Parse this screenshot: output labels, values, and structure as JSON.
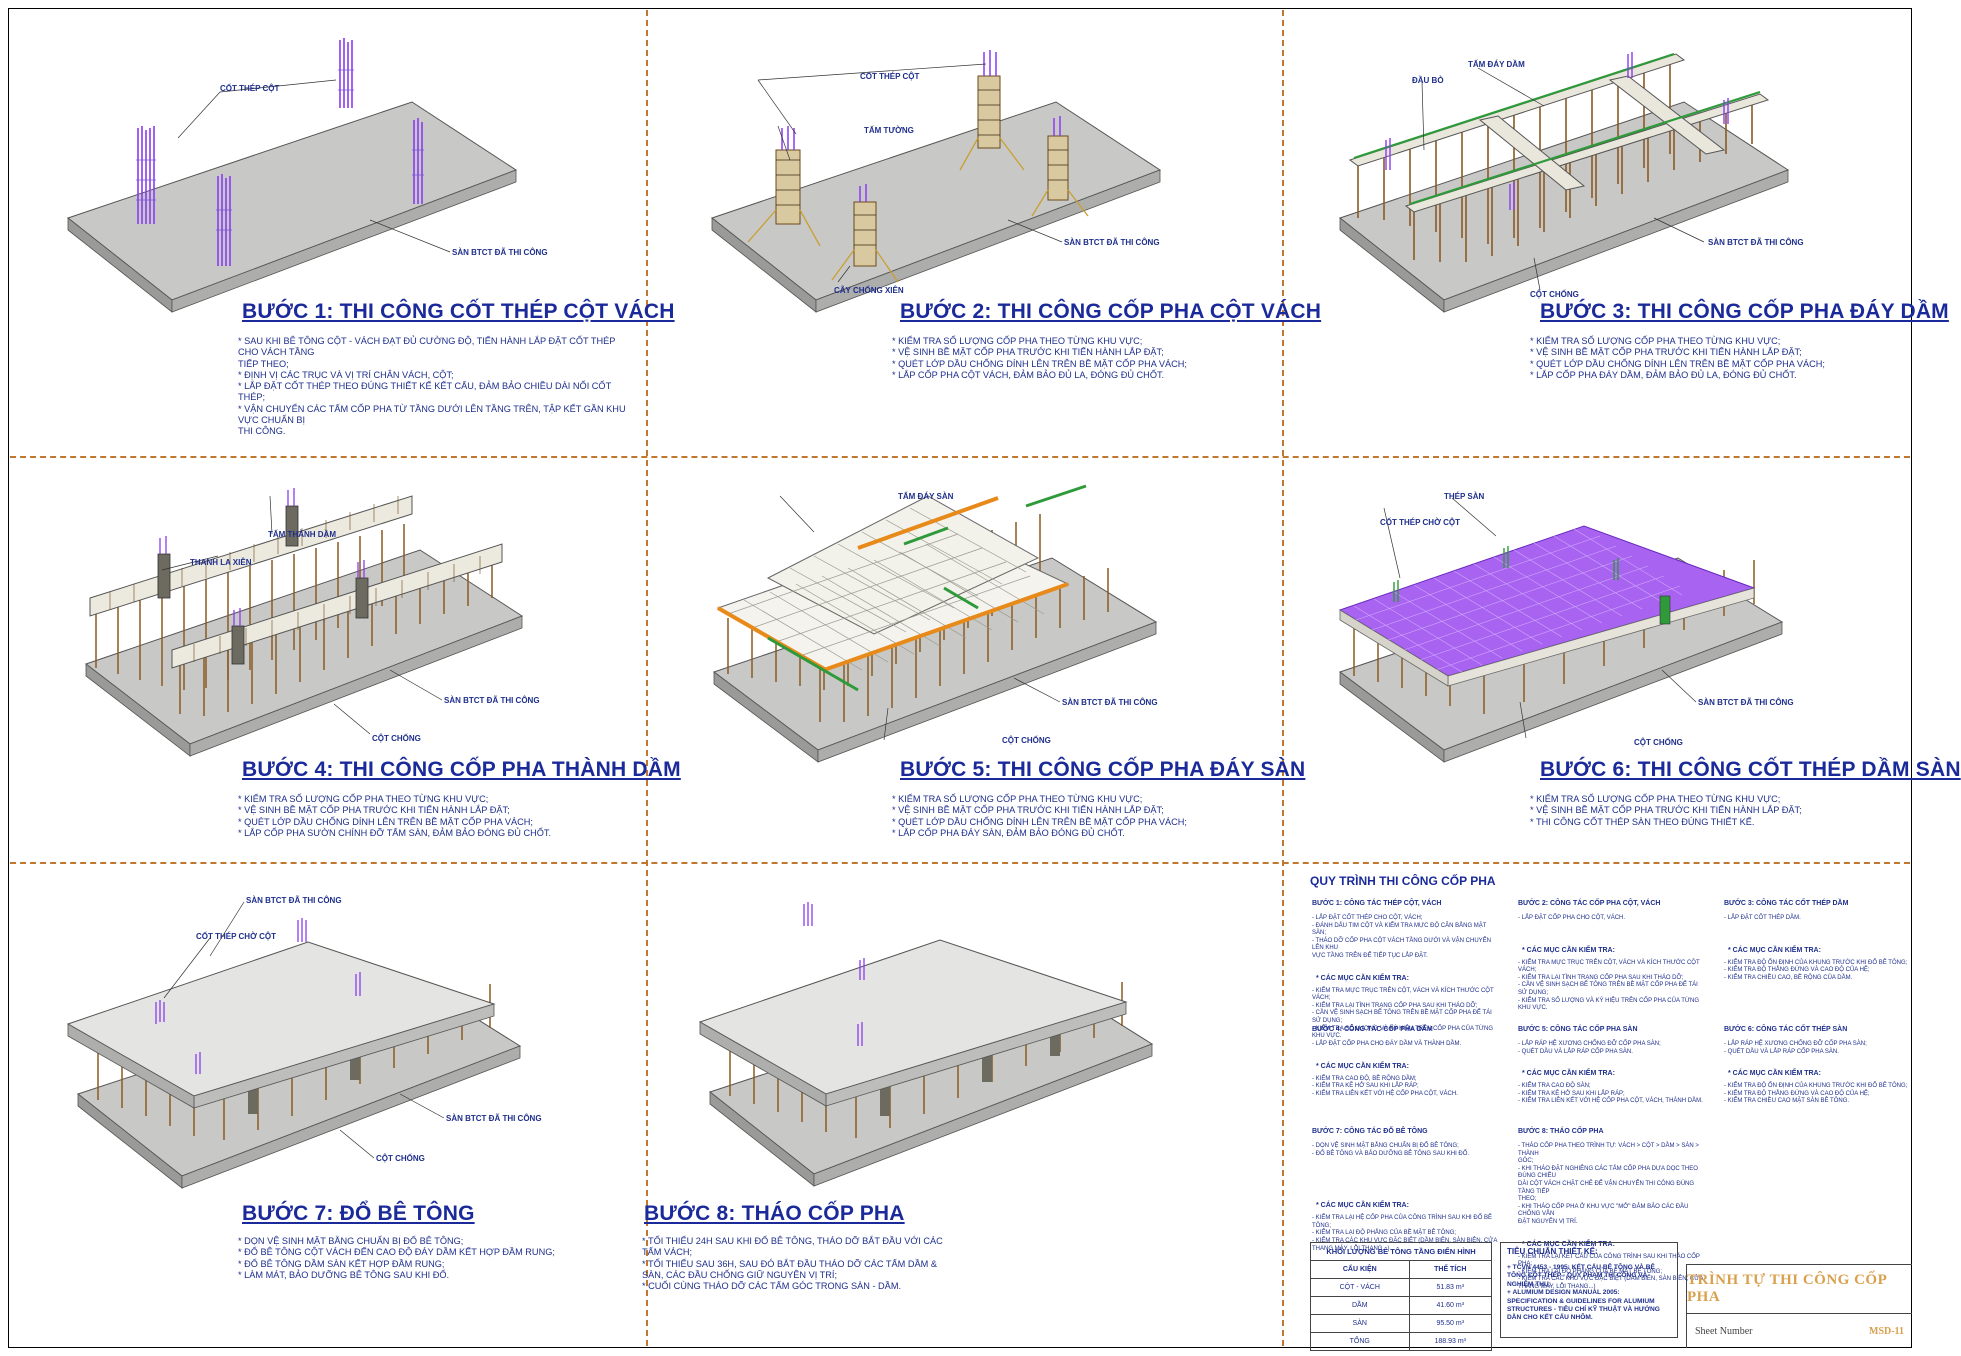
{
  "steps": [
    {
      "title": "BƯỚC 1: THI CÔNG CỐT THÉP CỘT VÁCH",
      "callouts": [
        "CỐT THÉP CỘT",
        "SÀN BTCT ĐÃ THI CÔNG"
      ],
      "notes": [
        "* SAU KHI BÊ TÔNG CỘT - VÁCH ĐẠT ĐỦ CƯỜNG ĐỘ, TIẾN HÀNH LẮP ĐẶT CỐT THÉP CHO VÁCH TẦNG",
        "TIẾP THEO;",
        "* ĐỊNH VỊ CÁC TRỤC VÀ VỊ TRÍ CHÂN VÁCH, CỘT;",
        "* LẮP ĐẶT CỐT THÉP THEO ĐÚNG THIẾT KẾ KẾT CẤU, ĐẢM BẢO CHIỀU DÀI NỐI CỐT THÉP;",
        "* VẬN CHUYỂN CÁC TẤM CỐP PHA TỪ TẦNG DƯỚI LÊN TẦNG TRÊN, TẬP KẾT GẦN KHU VỰC CHUẨN BỊ",
        "THI CÔNG."
      ]
    },
    {
      "title": "BƯỚC 2: THI CÔNG CỐP PHA CỘT VÁCH",
      "callouts": [
        "CỐT THÉP CỘT",
        "TẤM TƯỜNG",
        "SÀN BTCT ĐÃ THI CÔNG",
        "CÂY CHỐNG XIÊN"
      ],
      "notes": [
        "* KIỂM TRA SỐ LƯỢNG CỐP PHA THEO TỪNG KHU VỰC;",
        "* VỆ SINH BỀ MẶT CỐP PHA TRƯỚC KHI TIẾN HÀNH LẮP ĐẶT;",
        "* QUÉT LỚP DẦU CHỐNG DÍNH LÊN TRÊN BỀ MẶT CỐP PHA VÁCH;",
        "* LẮP CỐP PHA CỘT VÁCH, ĐẢM BẢO ĐỦ LA, ĐÓNG ĐỦ CHỐT."
      ]
    },
    {
      "title": "BƯỚC 3: THI CÔNG CỐP PHA ĐÁY DẦM",
      "callouts": [
        "ĐẦU BÒ",
        "TẤM ĐÁY DẦM",
        "SÀN BTCT ĐÃ THI CÔNG",
        "CỘT CHỐNG"
      ],
      "notes": [
        "* KIỂM TRA SỐ LƯỢNG CỐP PHA THEO TỪNG KHU VỰC;",
        "* VỆ SINH BỀ MẶT CỐP PHA TRƯỚC KHI TIẾN HÀNH LẮP ĐẶT;",
        "* QUÉT LỚP DẦU CHỐNG DÍNH LÊN TRÊN BỀ MẶT CỐP PHA VÁCH;",
        "* LẮP CỐP PHA ĐÁY DẦM, ĐẢM BẢO ĐỦ LA, ĐÓNG ĐỦ CHỐT."
      ]
    },
    {
      "title": "BƯỚC 4: THI CÔNG CỐP PHA THÀNH DẦM",
      "callouts": [
        "TẤM THÀNH DẦM",
        "THANH LA XIÊN",
        "SÀN BTCT ĐÃ THI CÔNG",
        "CỘT CHỐNG"
      ],
      "notes": [
        "* KIỂM TRA SỐ LƯỢNG CỐP PHA THEO TỪNG KHU VỰC;",
        "* VỆ SINH BỀ MẶT CỐP PHA TRƯỚC KHI TIẾN HÀNH LẮP ĐẶT;",
        "* QUÉT LỚP DẦU CHỐNG DÍNH LÊN TRÊN BỀ MẶT CỐP PHA VÁCH;",
        "* LẮP CỐP PHA SƯỜN CHÍNH ĐỠ TẤM SÀN, ĐẢM BẢO ĐÓNG ĐỦ CHỐT."
      ]
    },
    {
      "title": "BƯỚC 5: THI CÔNG CỐP PHA ĐÁY SÀN",
      "callouts": [
        "TẤM ĐÁY SÀN",
        "SÀN BTCT ĐÃ THI CÔNG",
        "CỘT CHỐNG"
      ],
      "notes": [
        "* KIỂM TRA SỐ LƯỢNG CỐP PHA THEO TỪNG KHU VỰC;",
        "* VỆ SINH BỀ MẶT CỐP PHA TRƯỚC KHI TIẾN HÀNH LẮP ĐẶT;",
        "* QUÉT LỚP DẦU CHỐNG DÍNH LÊN TRÊN BỀ MẶT CỐP PHA VÁCH;",
        "* LẮP CỐP PHA ĐÁY SÀN, ĐẢM BẢO ĐÓNG ĐỦ CHỐT."
      ]
    },
    {
      "title": "BƯỚC 6: THI CÔNG CỐT THÉP DẦM SÀN",
      "callouts": [
        "THÉP SÀN",
        "CỐT THÉP CHỜ CỘT",
        "SÀN BTCT ĐÃ THI CÔNG",
        "CỘT CHỐNG"
      ],
      "notes": [
        "* KIỂM TRA SỐ LƯỢNG CỐP PHA THEO TỪNG KHU VỰC;",
        "* VỆ SINH BỀ MẶT CỐP PHA TRƯỚC KHI TIẾN HÀNH LẮP ĐẶT;",
        "* THI CÔNG CỐT THÉP SÀN THEO ĐÚNG THIẾT KẾ."
      ]
    },
    {
      "title": "BƯỚC 7: ĐỔ BÊ TÔNG",
      "callouts": [
        "SÀN BTCT ĐÃ THI CÔNG",
        "CỐT THÉP CHỜ CỘT",
        "SÀN BTCT ĐÃ THI CÔNG",
        "CỘT CHỐNG"
      ],
      "notes": [
        "* DỌN VỆ SINH MẶT BẰNG CHUẨN BỊ ĐỔ BÊ TÔNG;",
        "* ĐỔ BÊ TÔNG CỘT VÁCH ĐẾN CAO ĐỘ ĐÁY DẦM KẾT HỢP ĐẦM RUNG;",
        "* ĐỔ BÊ TÔNG DẦM SÀN KẾT HỢP ĐẦM RUNG;",
        "* LÀM MÁT, BẢO DƯỠNG BÊ TÔNG SAU KHI ĐỔ."
      ]
    },
    {
      "title": "BƯỚC 8: THÁO CỐP PHA",
      "callouts": [],
      "notes": [
        "* TỐI THIỂU 24H SAU KHI ĐỔ BÊ TÔNG, THÁO DỠ BẮT ĐẦU VỚI CÁC",
        "TẤM VÁCH;",
        "* TỐI THIỂU SAU 36H, SAU ĐÓ BẮT ĐẦU THÁO DỠ CÁC TẤM DẦM &",
        "SÀN, CÁC ĐẦU CHỐNG GIỮ NGUYÊN VỊ TRÍ;",
        "* CUỐI CÙNG THÁO DỠ CÁC TẤM GÓC TRONG SÀN - DẦM."
      ]
    }
  ],
  "procedure": {
    "title": "QUY TRÌNH THI CÔNG CỐP PHA",
    "columns": [
      [
        {
          "heading": "BƯỚC 1: CÔNG TÁC THÉP CỘT, VÁCH",
          "lines": [
            "- LẮP ĐẶT CỐT THÉP CHO CỘT, VÁCH;",
            "- ĐÁNH DẤU TIM CỘT VÀ KIỂM TRA MỰC ĐỘ CÂN BẰNG MẶT SÀN;",
            "- THÁO DỠ CỐP PHA CỘT VÁCH TẦNG DƯỚI VÀ VẬN CHUYỂN LÊN KHU",
            "VỰC TẦNG TRÊN ĐỂ TIẾP TỤC LẮP ĐẶT."
          ],
          "check": "* CÁC MỤC CẦN KIỂM TRA:",
          "check_lines": [
            "- KIỂM TRA MỰC TRỤC TRÊN CỘT, VÁCH VÀ KÍCH THƯỚC CỘT VÁCH;",
            "- KIỂM TRA LẠI TÌNH TRẠNG CỐP PHA SAU KHI THÁO DỠ;",
            "- CẦN VỆ SINH SẠCH BÊ TÔNG TRÊN BỀ MẶT CỐP PHA ĐỂ TÁI SỬ DỤNG;",
            "- KIỂM TRA SỐ LƯỢNG VÀ KÝ HIỆU TRÊN CỐP PHA CỦA TỪNG KHU VỰC."
          ]
        },
        {
          "heading": "BƯỚC 4: CÔNG TÁC CỐP PHA DẦM",
          "lines": [
            "- LẮP ĐẶT CỐP PHA CHO ĐÁY DẦM VÀ THÀNH DẦM."
          ],
          "check": "* CÁC MỤC CẦN KIỂM TRA:",
          "check_lines": [
            "- KIỂM TRA CAO ĐỘ, BỀ RỘNG DẦM;",
            "- KIỂM TRA KẼ HỞ SAU KHI LẮP RÁP;",
            "- KIỂM TRA LIÊN KẾT VỚI HỆ CỐP PHA CỘT, VÁCH."
          ]
        },
        {
          "heading": "BƯỚC 7: CÔNG TÁC ĐỔ BÊ TÔNG",
          "lines": [
            "- DỌN VỆ SINH MẶT BẰNG CHUẨN BỊ ĐỔ BÊ TÔNG;",
            "- ĐỔ BÊ TÔNG VÀ BẢO DƯỠNG BÊ TÔNG SAU KHI ĐỔ."
          ],
          "check": "* CÁC MỤC CẦN KIỂM TRA:",
          "check_lines": [
            "- KIỂM TRA LẠI HỆ CỐP PHA CỦA CÔNG TRÌNH SAU KHI ĐỔ BÊ TÔNG;",
            "- KIỂM TRA LẠI ĐỘ PHẲNG CỦA BỀ MẶT BÊ TÔNG;",
            "- KIỂM TRA CÁC KHU VỰC ĐẶC BIỆT (DẦM BIÊN, SÀN BIÊN, CỬA",
            "THANG MÁY, LỖI THANG...)"
          ]
        }
      ],
      [
        {
          "heading": "BƯỚC 2: CÔNG TÁC CỐP PHA CỘT, VÁCH",
          "lines": [
            "- LẮP ĐẶT CỐP PHA CHO CỘT, VÁCH."
          ],
          "check": "* CÁC MỤC CẦN KIỂM TRA:",
          "check_lines": [
            "- KIỂM TRA MỰC TRỤC TRÊN CỘT, VÁCH VÀ KÍCH THƯỚC CỘT VÁCH;",
            "- KIỂM TRA LẠI TÌNH TRẠNG CỐP PHA SAU KHI THÁO DỠ;",
            "- CẦN VỆ SINH SẠCH BÊ TÔNG TRÊN BỀ MẶT CỐP PHA ĐỂ TÁI SỬ DỤNG;",
            "- KIỂM TRA SỐ LƯỢNG VÀ KÝ HIỆU TRÊN CỐP PHA CỦA TỪNG KHU VỰC."
          ]
        },
        {
          "heading": "BƯỚC 5: CÔNG TÁC CỐP PHA SÀN",
          "lines": [
            "- LẮP RÁP HỆ XƯƠNG CHỐNG ĐỠ CỐP PHA SÀN;",
            "- QUÉT DẦU VÀ LẮP RÁP CỐP PHA SÀN."
          ],
          "check": "* CÁC MỤC CẦN KIỂM TRA:",
          "check_lines": [
            "- KIỂM TRA CAO ĐỘ SÀN;",
            "- KIỂM TRA KẼ HỞ SAU KHI LẮP RÁP;",
            "- KIỂM TRA LIÊN KẾT VỚI HỆ CỐP PHA CỘT, VÁCH, THÀNH DẦM."
          ]
        },
        {
          "heading": "BƯỚC 8: THÁO CỐP PHA",
          "lines": [
            "- THÁO CỐP PHA THEO TRÌNH TỰ: VÁCH > CỘT > DẦM > SÀN > THÀNH",
            "GÓC;",
            "- KHI THÁO ĐẶT NGHIÊNG CÁC TẤM CỐP PHA DỰA DỌC THEO ĐÚNG CHIỀU",
            "DÀI CỘT VÁCH CHẶT CHẼ ĐỂ VẬN CHUYỂN THI CÔNG ĐÚNG TẦNG TIẾP",
            "THEO;",
            "- KHI THÁO CỐP PHA Ở KHU VỰC \"MỞ\" ĐẢM BẢO CÁC ĐẦU CHỐNG VẪN",
            "ĐẶT NGUYÊN VỊ TRÍ."
          ],
          "check": "* CÁC MỤC CẦN KIỂM TRA:",
          "check_lines": [
            "- KIỂM TRA LẠI KẾT CẤU CỦA CÔNG TRÌNH SAU KHI THÁO CỐP PHA;",
            "- KIỂM TRA LẠI ĐỘ PHẲNG CỦA BỀ MẶT BÊ TÔNG;",
            "- KIỂM TRA CÁC KHU VỰC ĐẶC BIỆT (DẦM BIÊN, SÀN BIÊN, CỬA",
            "THANG MÁY, LỖI THANG...)"
          ]
        }
      ],
      [
        {
          "heading": "BƯỚC 3: CÔNG TÁC CỐT THÉP DẦM",
          "lines": [
            "- LẮP ĐẶT CỐT THÉP DẦM."
          ],
          "check": "* CÁC MỤC CẦN KIỂM TRA:",
          "check_lines": [
            "- KIỂM TRA ĐỘ ỔN ĐỊNH CỦA KHUNG TRƯỚC KHI ĐỔ BÊ TÔNG;",
            "- KIỂM TRA ĐỘ THẲNG ĐỨNG VÀ CAO ĐỘ CỦA HỆ;",
            "- KIỂM TRA CHIỀU CAO, BỀ RỘNG CỦA DẦM."
          ]
        },
        {
          "heading": "BƯỚC 6: CÔNG TÁC CỐT THÉP SÀN",
          "lines": [
            "- LẮP RÁP HỆ XƯƠNG CHỐNG ĐỠ CỐP PHA SÀN;",
            "- QUÉT DẦU VÀ LẮP RÁP CỐP PHA SÀN."
          ],
          "check": "* CÁC MỤC CẦN KIỂM TRA:",
          "check_lines": [
            "- KIỂM TRA ĐỘ ỔN ĐỊNH CỦA KHUNG TRƯỚC KHI ĐỔ BÊ TÔNG;",
            "- KIỂM TRA ĐỘ THẲNG ĐỨNG VÀ CAO ĐỘ CỦA HỆ;",
            "- KIỂM TRA CHIỀU CAO MẶT SÀN BÊ TÔNG."
          ]
        }
      ]
    ]
  },
  "quantity_table": {
    "caption": "KHỐI LƯỢNG BÊ TÔNG TẦNG ĐIỂN HÌNH",
    "headers": [
      "CẤU KIỆN",
      "THỂ TÍCH"
    ],
    "rows": [
      [
        "CỘT - VÁCH",
        "51.83 m³"
      ],
      [
        "DẦM",
        "41.60 m³"
      ],
      [
        "SÀN",
        "95.50 m³"
      ],
      [
        "TỔNG",
        "188.93 m³"
      ]
    ]
  },
  "standards": {
    "heading": "TIÊU CHUẨN THIẾT KẾ:",
    "lines": [
      "+ TCVN 4453 - 1995: KẾT CẤU BÊ TÔNG VÀ BÊ",
      "TÔNG CỐT THÉP - QUY PHẠM THI CÔNG VÀ",
      "NGHIỆM THU;",
      "+ ALUMIUM DESIGN MANUAL 2005:",
      "SPECIFICATION & GUIDELINES FOR ALUMIUM",
      "STRUCTURES - TIÊU CHÍ KỸ THUẬT VÀ HƯỚNG",
      "DẪN CHO KẾT CẤU NHÔM."
    ]
  },
  "title_block": {
    "title": "TRÌNH TỰ THI CÔNG CỐP PHA",
    "sheet_label": "Sheet Number",
    "sheet_value": "MSD-11"
  },
  "colors": {
    "title_blue": "#1b2a9a",
    "note_blue": "#1e2f8c",
    "rebar_purple": "#8a3cf0",
    "prop_brown": "#8a5a24",
    "slab_gray": "#c8c8c6",
    "beam_orange": "#e88a1a",
    "beam_green": "#2e9a3a",
    "divider_orange": "#c07830",
    "title_gold": "#d9a04e"
  }
}
